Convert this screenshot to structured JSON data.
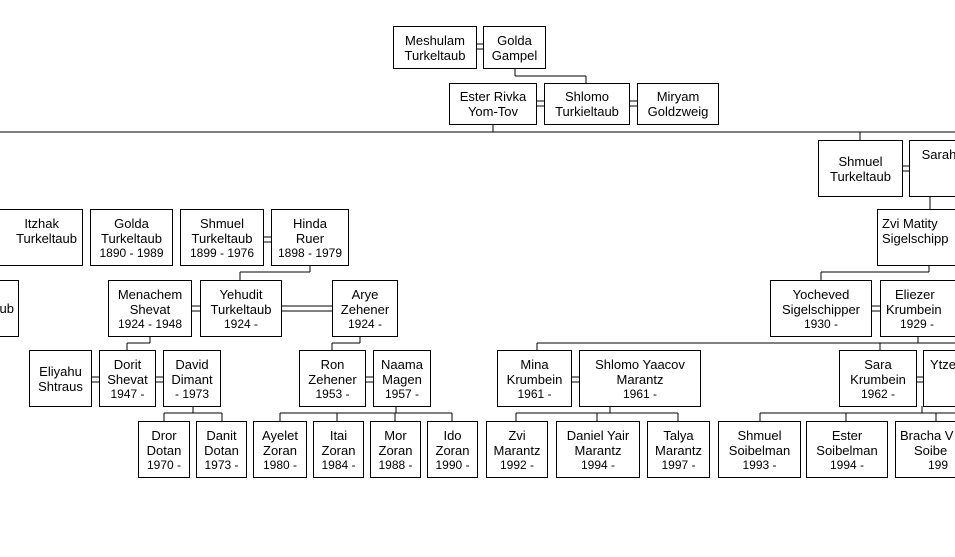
{
  "people": {
    "meshulam": {
      "l1": "Meshulam",
      "l2": "Turkeltaub"
    },
    "golda_g": {
      "l1": "Golda",
      "l2": "Gampel"
    },
    "ester": {
      "l1": "Ester Rivka",
      "l2": "Yom-Tov"
    },
    "shlomo_t": {
      "l1": "Shlomo",
      "l2": "Turkieltaub"
    },
    "miryam": {
      "l1": "Miryam",
      "l2": "Goldzweig"
    },
    "shmuel_t_right": {
      "l1": "Shmuel",
      "l2": "Turkeltaub"
    },
    "sarah": {
      "l1": "Sarah",
      "l2": ""
    },
    "partial_ub": {
      "l1": "ub",
      "l2": ""
    },
    "itzhak": {
      "l1": "Itzhak",
      "l2": "Turkeltaub"
    },
    "golda_t": {
      "l1": "Golda",
      "l2": "Turkeltaub",
      "dates": "1890 - 1989"
    },
    "shmuel_t": {
      "l1": "Shmuel",
      "l2": "Turkeltaub",
      "dates": "1899 - 1976"
    },
    "hinda": {
      "l1": "Hinda",
      "l2": "Ruer",
      "dates": "1898 - 1979"
    },
    "menachem": {
      "l1": "Menachem",
      "l2": "Shevat",
      "dates": "1924 - 1948"
    },
    "yehudit": {
      "l1": "Yehudit",
      "l2": "Turkeltaub",
      "dates": "1924 -"
    },
    "arye": {
      "l1": "Arye",
      "l2": "Zehener",
      "dates": "1924 -"
    },
    "eliyahu": {
      "l1": "Eliyahu",
      "l2": "Shtraus"
    },
    "dorit": {
      "l1": "Dorit",
      "l2": "Shevat",
      "dates": "1947 -"
    },
    "david": {
      "l1": "David",
      "l2": "Dimant",
      "dates": "- 1973"
    },
    "dror": {
      "l1": "Dror",
      "l2": "Dotan",
      "dates": "1970 -"
    },
    "danit": {
      "l1": "Danit",
      "l2": "Dotan",
      "dates": "1973 -"
    },
    "ron": {
      "l1": "Ron",
      "l2": "Zehener",
      "dates": "1953 -"
    },
    "naama": {
      "l1": "Naama",
      "l2": "Magen",
      "dates": "1957 -"
    },
    "ayelet": {
      "l1": "Ayelet",
      "l2": "Zoran",
      "dates": "1980 -"
    },
    "itai": {
      "l1": "Itai",
      "l2": "Zoran",
      "dates": "1984 -"
    },
    "mor": {
      "l1": "Mor",
      "l2": "Zoran",
      "dates": "1988 -"
    },
    "ido": {
      "l1": "Ido",
      "l2": "Zoran",
      "dates": "1990 -"
    },
    "zvi_matity": {
      "l1": "Zvi Matity",
      "l2": "Sigelschipp"
    },
    "yocheved": {
      "l1": "Yocheved",
      "l2": "Sigelschipper",
      "dates": "1930 -"
    },
    "eliezer": {
      "l1": "Eliezer",
      "l2": "Krumbein",
      "dates": "1929 -"
    },
    "mina": {
      "l1": "Mina",
      "l2": "Krumbein",
      "dates": "1961 -"
    },
    "shlomo_m": {
      "l1": "Shlomo Yaacov",
      "l2": "Marantz",
      "dates": "1961 -"
    },
    "sara_k": {
      "l1": "Sara",
      "l2": "Krumbein",
      "dates": "1962 -"
    },
    "ytze": {
      "l1": "Ytze",
      "l2": ""
    },
    "zvi_m": {
      "l1": "Zvi",
      "l2": "Marantz",
      "dates": "1992 -"
    },
    "daniel": {
      "l1": "Daniel Yair",
      "l2": "Marantz",
      "dates": "1994 -"
    },
    "talya": {
      "l1": "Talya",
      "l2": "Marantz",
      "dates": "1997 -"
    },
    "shmuel_s": {
      "l1": "Shmuel",
      "l2": "Soibelman",
      "dates": "1993 -"
    },
    "ester_s": {
      "l1": "Ester",
      "l2": "Soibelman",
      "dates": "1994 -"
    },
    "bracha": {
      "l1": "Bracha V",
      "l2": "Soibe",
      "dates": "199"
    }
  }
}
